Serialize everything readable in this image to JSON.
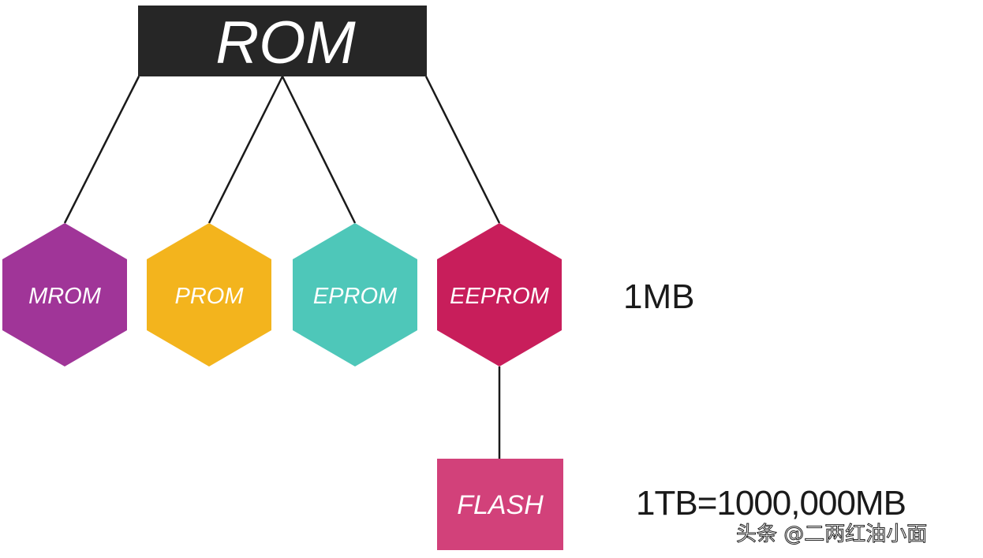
{
  "root": {
    "label": "ROM",
    "color": "#262626"
  },
  "types": [
    {
      "label": "MROM",
      "color": "#a03598"
    },
    {
      "label": "PROM",
      "color": "#f3b41d"
    },
    {
      "label": "EPROM",
      "color": "#4ec7b9"
    },
    {
      "label": "EEPROM",
      "color": "#c81e5b"
    }
  ],
  "child": {
    "label": "FLASH",
    "parent": "EEPROM",
    "color": "#d2417a"
  },
  "annotations": {
    "eeprom_capacity": "1MB",
    "flash_capacity": "1TB=1000,000MB"
  },
  "watermark": "头条 @二两红油小面"
}
